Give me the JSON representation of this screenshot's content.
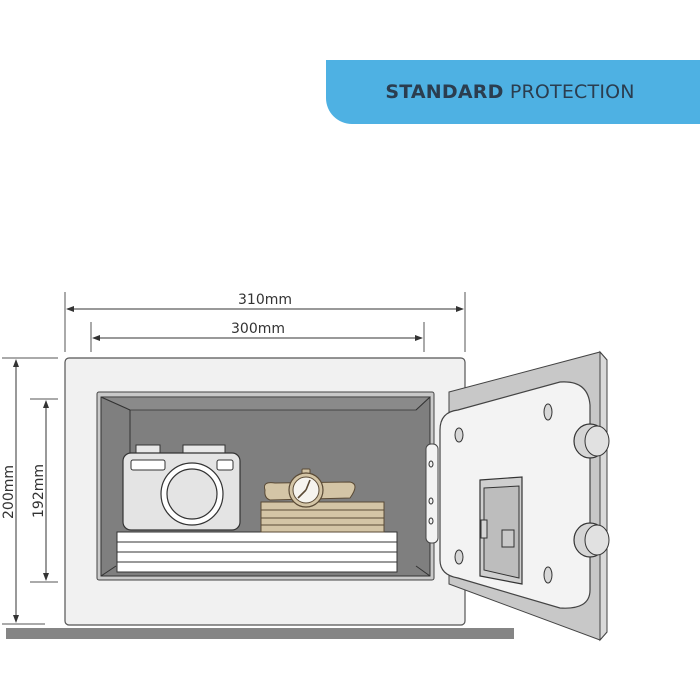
{
  "banner": {
    "bold_text": "STANDARD",
    "regular_text": " PROTECTION",
    "color": "#4eb1e3",
    "text_color": "#2b3d4f"
  },
  "dimensions": {
    "outer_width": "310mm",
    "inner_width": "300mm",
    "outer_height": "200mm",
    "inner_height": "192mm"
  },
  "contents": [
    "camera",
    "wristwatch",
    "stack of boxes",
    "stack of papers"
  ],
  "colors": {
    "body": "#f1f1f1",
    "interior": "#7f7f7f",
    "floor": "#858585",
    "item_tan": "#d4c5a6",
    "door_panel": "#f3f3f3"
  }
}
